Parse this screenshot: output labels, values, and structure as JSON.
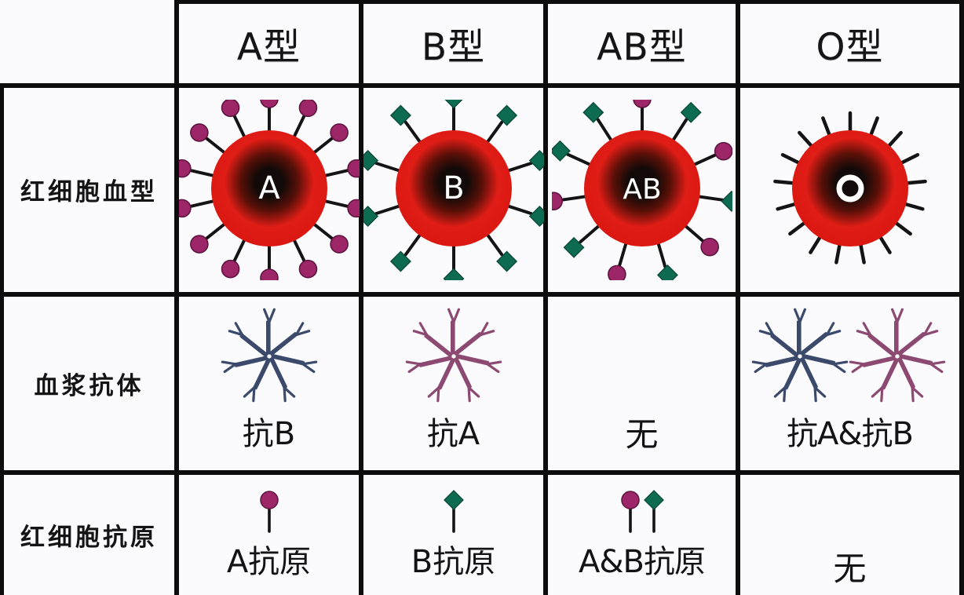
{
  "figure": {
    "type": "table",
    "title": "ABO blood group antigen / antibody chart",
    "colors": {
      "antigen_a": "#9c2668",
      "antigen_b": "#0d6b52",
      "cell_red": "#e01d16",
      "cell_core": "#120a08",
      "antibody_a_color": "#3b4a6b",
      "antibody_b_color": "#8c4a72",
      "grid_line": "#0d0d0d",
      "background": "#fbfbfd"
    }
  },
  "header": {
    "corner_label": "",
    "columns": [
      {
        "id": "a",
        "label": "A型",
        "letter": "A"
      },
      {
        "id": "b",
        "label": "B型",
        "letter": "B"
      },
      {
        "id": "ab",
        "label": "AB型",
        "letter": "AB"
      },
      {
        "id": "o",
        "label": "O型",
        "letter": "O"
      }
    ]
  },
  "rows": [
    {
      "id": "red-cell-blood-type",
      "label": "红细胞血型",
      "cells": [
        {
          "col": "a",
          "cell_letter": "A",
          "antigen_counts": {
            "circles": 14,
            "diamonds": 0
          },
          "spikes": "headed"
        },
        {
          "col": "b",
          "cell_letter": "B",
          "antigen_counts": {
            "circles": 0,
            "diamonds": 10
          },
          "spikes": "headed"
        },
        {
          "col": "ab",
          "cell_letter": "AB",
          "antigen_counts": {
            "circles": 5,
            "diamonds": 6
          },
          "spikes": "headed"
        },
        {
          "col": "o",
          "cell_letter": "O",
          "antigen_counts": {
            "circles": 0,
            "diamonds": 0
          },
          "spikes": "bare"
        }
      ]
    },
    {
      "id": "plasma-antibody",
      "label": "血浆抗体",
      "cells": [
        {
          "col": "a",
          "text": "抗B",
          "clusters": [
            "blue"
          ]
        },
        {
          "col": "b",
          "text": "抗A",
          "clusters": [
            "pink"
          ]
        },
        {
          "col": "ab",
          "text": "无",
          "clusters": []
        },
        {
          "col": "o",
          "text": "抗A&抗B",
          "clusters": [
            "blue",
            "pink"
          ]
        }
      ]
    },
    {
      "id": "red-cell-antigen",
      "label": "红细胞抗原",
      "cells": [
        {
          "col": "a",
          "text": "A抗原",
          "markers": [
            "circle"
          ]
        },
        {
          "col": "b",
          "text": "B抗原",
          "markers": [
            "diamond"
          ]
        },
        {
          "col": "ab",
          "text": "A&B抗原",
          "markers": [
            "circle",
            "diamond"
          ]
        },
        {
          "col": "o",
          "text": "无",
          "markers": []
        }
      ]
    }
  ]
}
